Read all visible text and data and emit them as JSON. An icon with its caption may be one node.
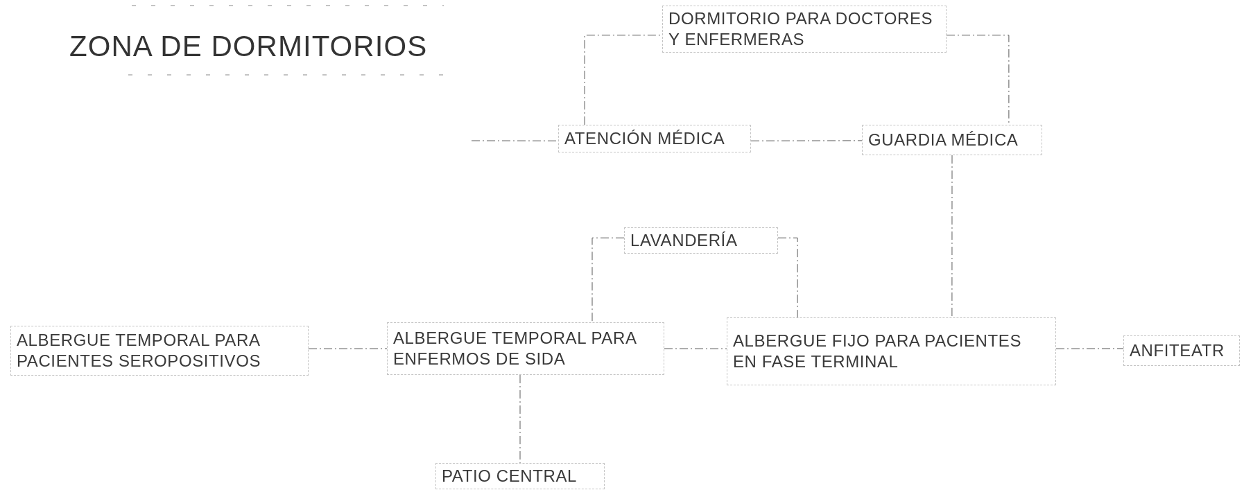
{
  "diagram": {
    "title": "ZONA DE DORMITORIOS",
    "nodes": [
      {
        "text": [
          "DORMITORIO PARA DOCTORES Y ENFERMERAS"
        ]
      },
      {
        "text": [
          "ATENCIÓN MÉDICA"
        ]
      },
      {
        "text": [
          "GUARDIA MÉDICA"
        ]
      },
      {
        "text": [
          "LAVANDERÍA"
        ]
      },
      {
        "text": [
          "ALBERGUE TEMPORAL PARA PACIENTES SEROPOSITIVOS"
        ]
      },
      {
        "text": [
          "ALBERGUE TEMPORAL PARA ENFERMOS DE SIDA"
        ]
      },
      {
        "text": [
          "ALBERGUE FIJO PARA PACIENTES EN FASE TERMINAL"
        ]
      },
      {
        "text": [
          "ANFITEATR"
        ]
      },
      {
        "text": [
          "PATIO CENTRAL"
        ]
      }
    ],
    "edges": [
      {
        "from": 1,
        "to": 0,
        "arrow": "none"
      },
      {
        "from": 0,
        "to": 2,
        "arrow": "none"
      },
      {
        "from": null,
        "to": 1,
        "arrow": "none"
      },
      {
        "from": 1,
        "to": 2,
        "arrow": "none"
      },
      {
        "from": 2,
        "to": 6,
        "arrow": "none"
      },
      {
        "from": 3,
        "to": 5,
        "arrow": "none"
      },
      {
        "from": 3,
        "to": 6,
        "arrow": "none"
      },
      {
        "from": 4,
        "to": 5,
        "arrow": "none"
      },
      {
        "from": 5,
        "to": 6,
        "arrow": "none"
      },
      {
        "from": 6,
        "to": 7,
        "arrow": "none"
      },
      {
        "from": 5,
        "to": 8,
        "arrow": "none"
      }
    ]
  }
}
